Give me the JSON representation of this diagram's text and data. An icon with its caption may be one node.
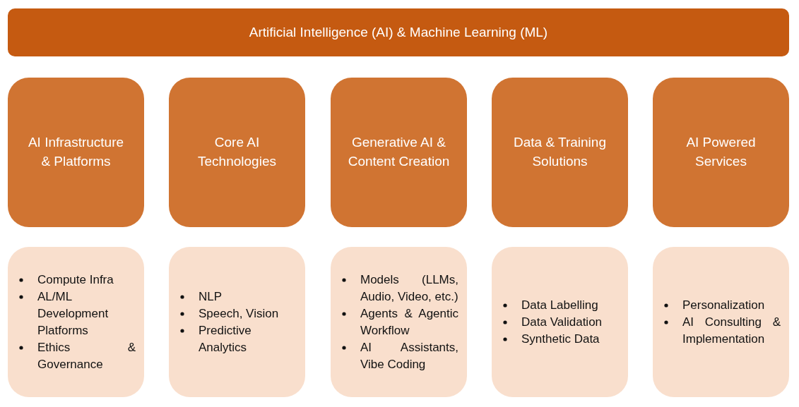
{
  "diagram": {
    "nodes": [
      {
        "text": [
          "Artificial Intelligence (AI) & Machine Learning (ML)"
        ]
      },
      {
        "text": [
          "AI Infrastructure & Platforms"
        ]
      },
      {
        "text": [
          "Core AI Technologies"
        ]
      },
      {
        "text": [
          "Generative AI & Content Creation"
        ]
      },
      {
        "text": [
          "Data & Training Solutions"
        ]
      },
      {
        "text": [
          "AI Powered Services"
        ]
      },
      {
        "text": [
          "Compute Infra",
          "AL/ML Development Platforms",
          "Ethics & Governance"
        ]
      },
      {
        "text": [
          "NLP",
          "Speech, Vision",
          "Predictive Analytics"
        ]
      },
      {
        "text": [
          "Models (LLMs, Audio, Video, etc.)",
          "Agents & Agentic Workflow",
          "AI Assistants, Vibe Coding"
        ]
      },
      {
        "text": [
          "Data Labelling",
          "Data Validation",
          "Synthetic Data"
        ]
      },
      {
        "text": [
          "Personalization",
          "AI Consulting & Implementation"
        ]
      }
    ],
    "edges": []
  }
}
